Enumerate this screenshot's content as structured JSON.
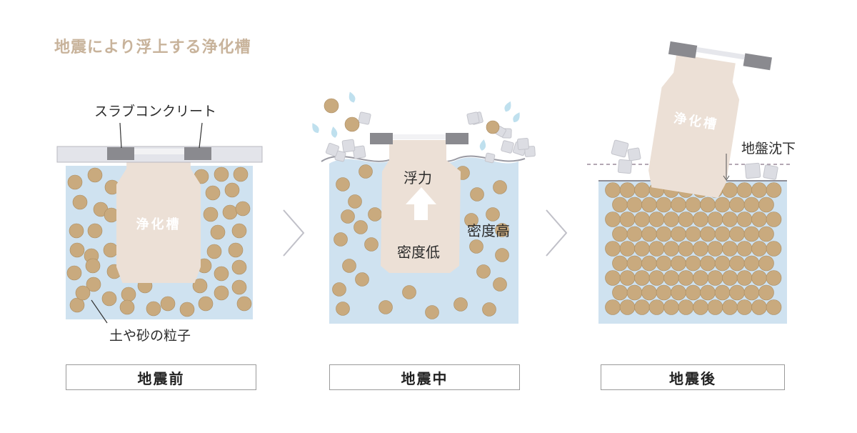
{
  "title": "地震により浮上する浄化槽",
  "panels": {
    "before": {
      "caption": "地震前",
      "tank_label": "浄化槽",
      "slab_label": "スラブコンクリート",
      "soil_label": "土や砂の粒子"
    },
    "during": {
      "caption": "地震中",
      "buoyancy_label": "浮力",
      "low_density_label": "密度低",
      "high_density_label": "密度高"
    },
    "after": {
      "caption": "地震後",
      "tank_label": "浄化槽",
      "subsidence_label": "地盤沈下"
    }
  },
  "colors": {
    "title": "#c8b39b",
    "water": "#cfe2f0",
    "particle": "#c9aa7e",
    "particle_edge": "#a88a5f",
    "tank": "#ece0d6",
    "slab": "#e3e4ea",
    "slab_dark": "#8a8a8f",
    "rubble": "#dcdde3",
    "drop": "#bfe0ee",
    "arrow": "#c0c0c8"
  }
}
